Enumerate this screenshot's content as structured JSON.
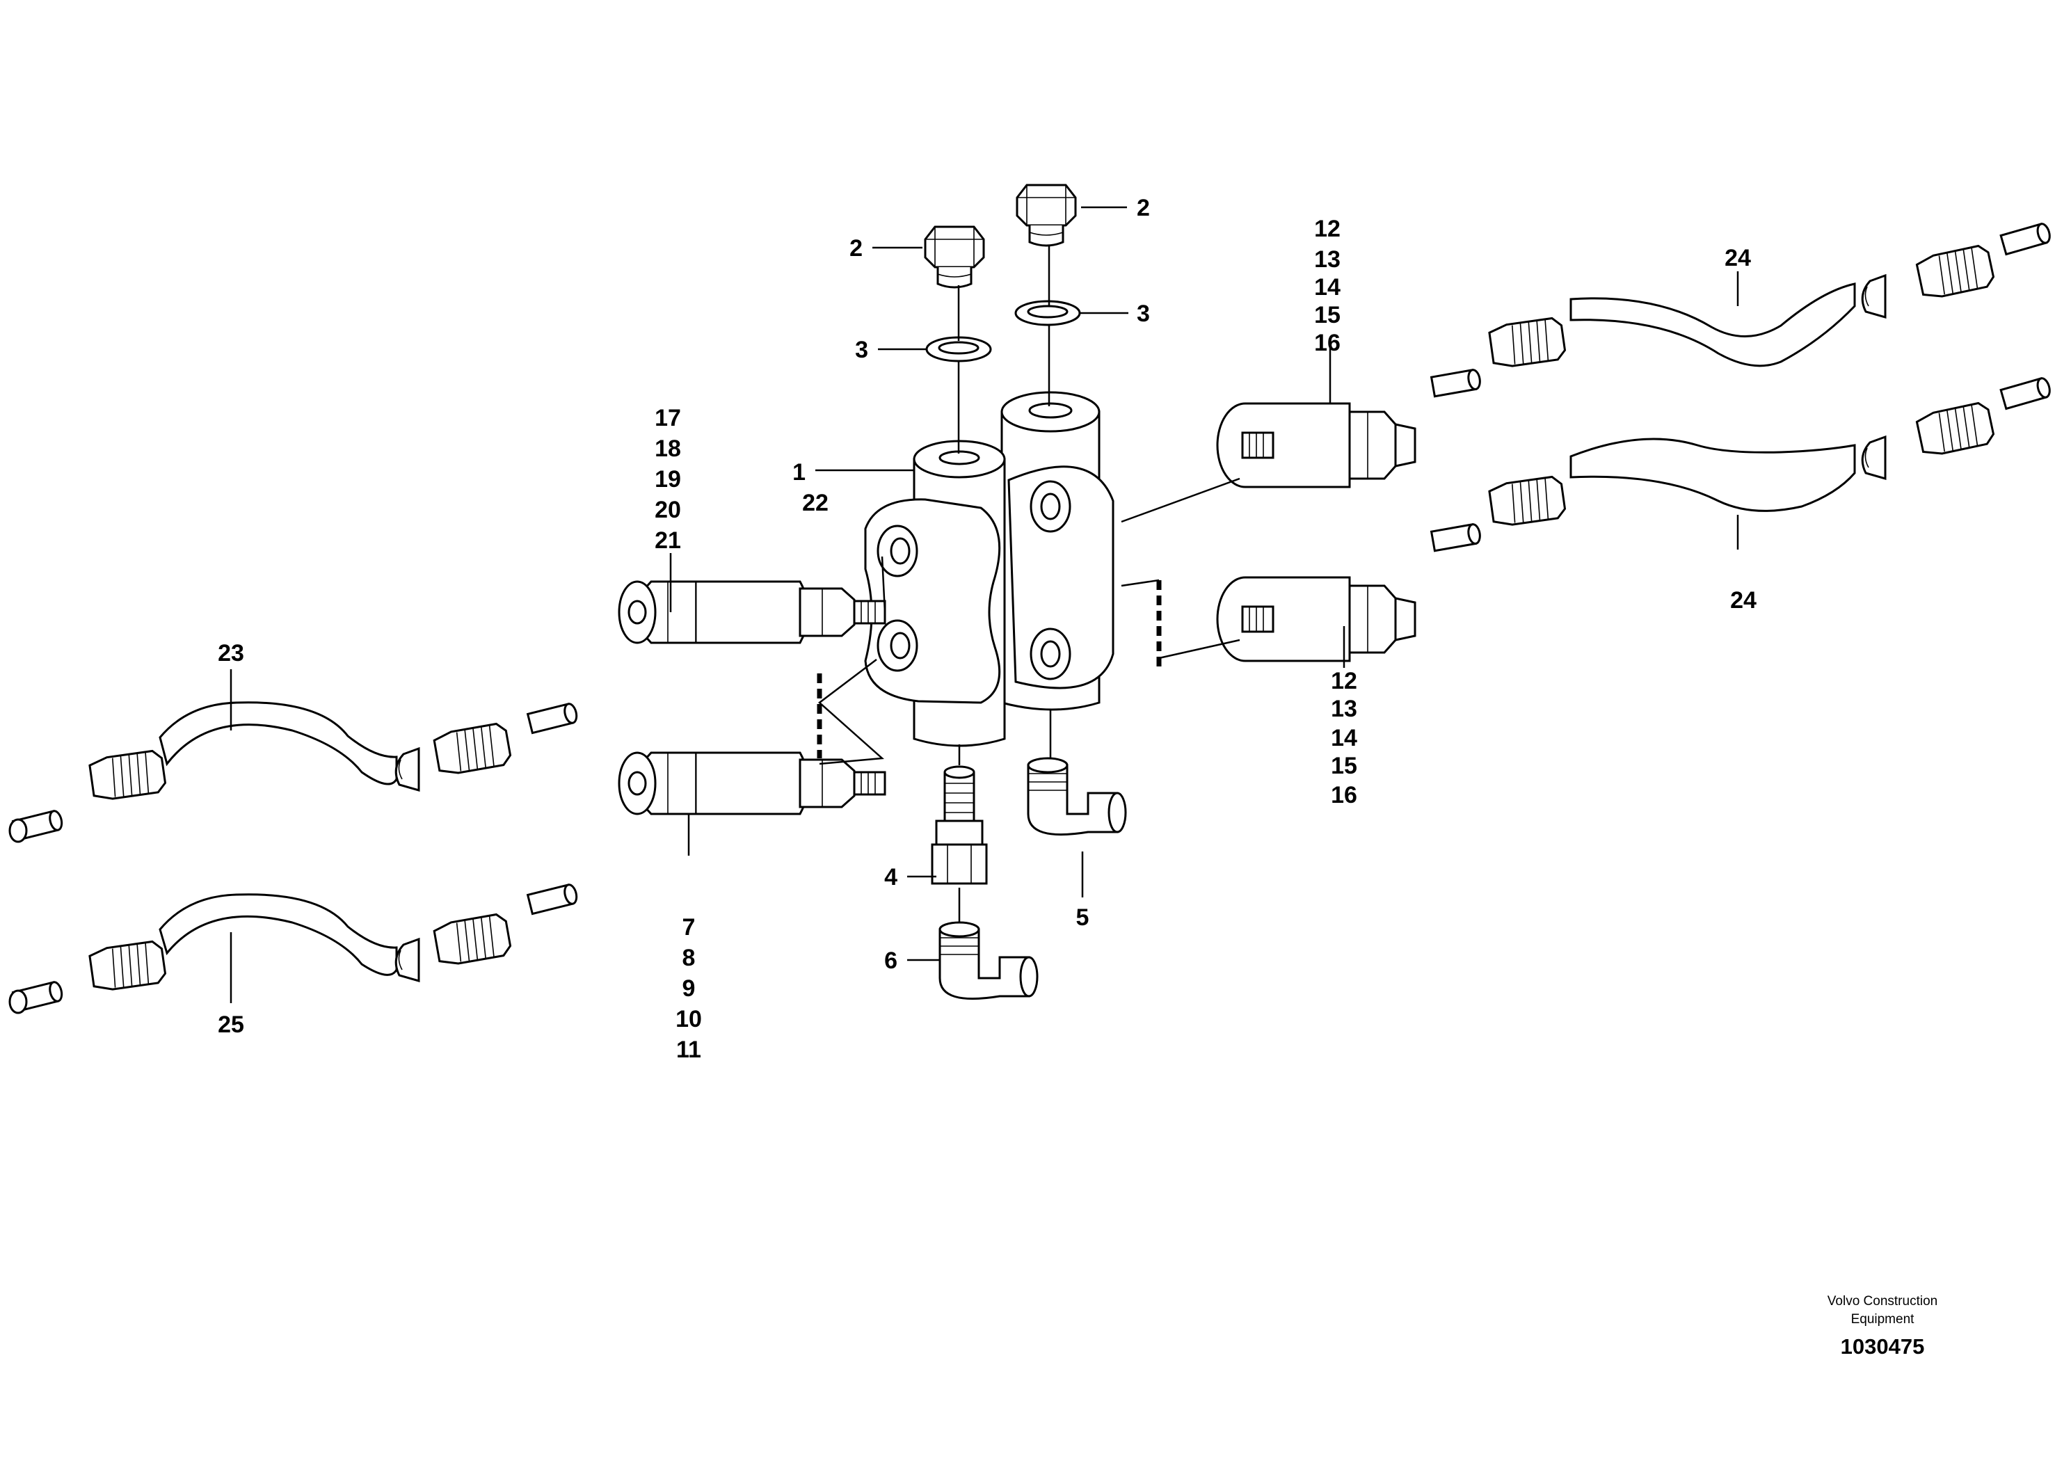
{
  "diagram": {
    "callouts": {
      "c1": "1",
      "c22": "22",
      "c2a": "2",
      "c2b": "2",
      "c3a": "3",
      "c3b": "3",
      "c4": "4",
      "c5": "5",
      "c6": "6",
      "left_upper_group": [
        "17",
        "18",
        "19",
        "20",
        "21"
      ],
      "left_lower_group": [
        "7",
        "8",
        "9",
        "10",
        "11"
      ],
      "right_upper_group": [
        "12",
        "13",
        "14",
        "15",
        "16"
      ],
      "right_lower_group": [
        "12",
        "13",
        "14",
        "15",
        "16"
      ],
      "c23": "23",
      "c24a": "24",
      "c24b": "24",
      "c25": "25"
    },
    "credit_line1": "Volvo Construction",
    "credit_line2": "Equipment",
    "drawing_number": "1030475"
  }
}
